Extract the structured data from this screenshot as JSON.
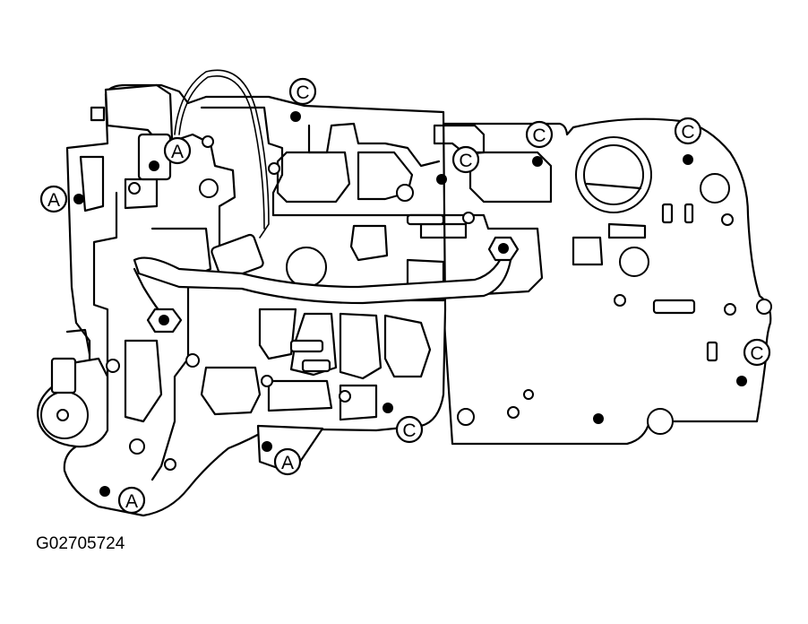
{
  "figure_id": "G02705724",
  "callouts": [
    {
      "id": "c1",
      "letter": "C"
    },
    {
      "id": "c2",
      "letter": "C"
    },
    {
      "id": "c3",
      "letter": "C"
    },
    {
      "id": "c4",
      "letter": "C"
    },
    {
      "id": "c5",
      "letter": "C"
    },
    {
      "id": "c6",
      "letter": "C"
    },
    {
      "id": "a1",
      "letter": "A"
    },
    {
      "id": "a2",
      "letter": "A"
    },
    {
      "id": "a3",
      "letter": "A"
    },
    {
      "id": "a4",
      "letter": "A"
    }
  ]
}
